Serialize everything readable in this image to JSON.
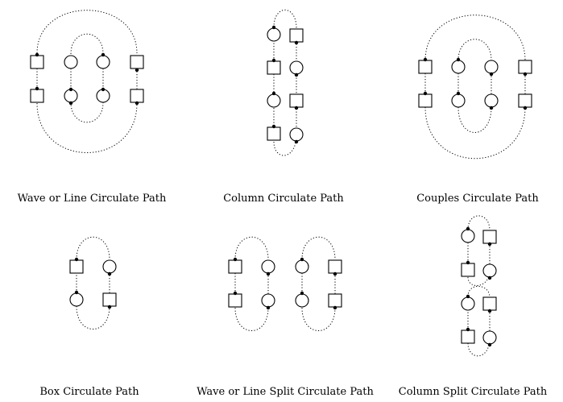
{
  "captions": {
    "wave_line": "Wave or Line Circulate Path",
    "column": "Column Circulate Path",
    "couples": "Couples Circulate Path",
    "box": "Box Circulate Path",
    "wave_split": "Wave or Line Split Circulate Path",
    "column_split": "Column Split Circulate Path"
  },
  "colors": {
    "ink": "#000000",
    "background": "#ffffff"
  }
}
